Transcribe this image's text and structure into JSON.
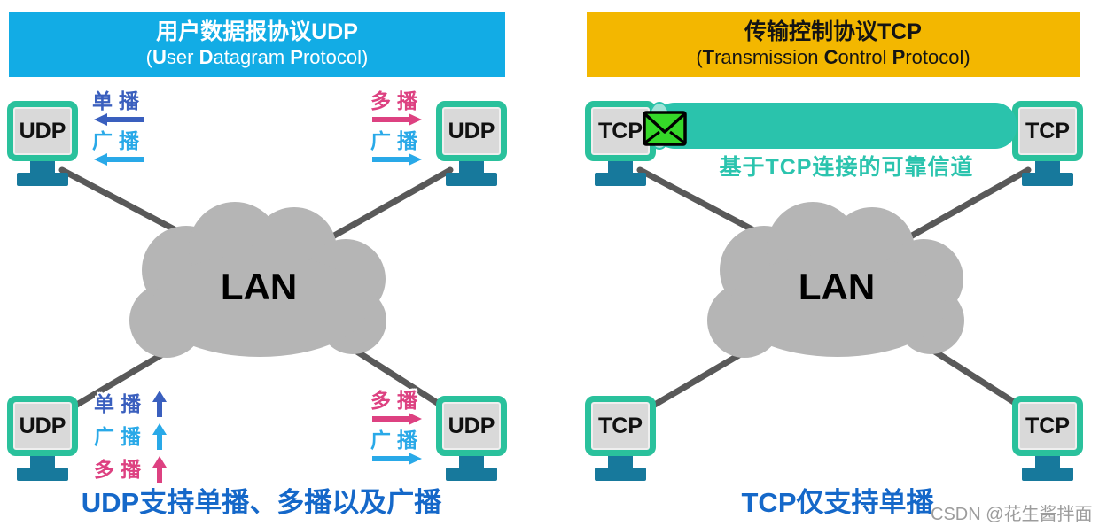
{
  "left": {
    "title_zh": "用户数据报协议UDP",
    "title_en": "(**U**ser **D**atagram **P**rotocol)",
    "node": "UDP",
    "lan": "LAN",
    "caption": "UDP支持单播、多播以及广播",
    "labels": {
      "unicast": "单播",
      "broadcast": "广播",
      "multicast": "多播"
    }
  },
  "right": {
    "title_zh": "传输控制协议TCP",
    "title_en": "(**T**ransmission **C**ontrol **P**rotocol)",
    "node": "TCP",
    "lan": "LAN",
    "caption": "TCP仅支持单播",
    "channel": "基于TCP连接的可靠信道"
  },
  "watermark": "CSDN @花生酱拌面",
  "colors": {
    "udp_header_bg": "#12ACE5",
    "tcp_header_bg": "#F3B700",
    "unicast_blue": "#3A5FBE",
    "broadcast_cyan": "#29A9E8",
    "multicast_pink": "#DD4181",
    "monitor_border_teal": "#2AC19C",
    "monitor_screen_gray": "#D9D9D9",
    "stand_teal": "#17799C",
    "cloud_gray": "#B5B5B5",
    "line_gray": "#595959",
    "pipe_teal": "#2AC3AC",
    "caption_blue": "#1568C9",
    "envelope_green": "#35D829"
  }
}
